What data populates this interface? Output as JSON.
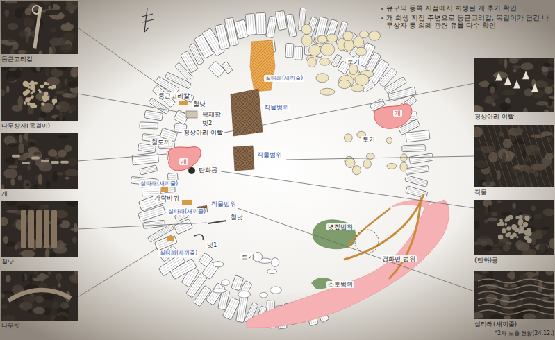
{
  "diagram": {
    "nodes": [
      {
        "text": [
          "둥근고리칼"
        ]
      },
      {
        "text": [
          "나무상자(목걸이)"
        ]
      },
      {
        "text": [
          "개"
        ]
      },
      {
        "text": [
          "철낫"
        ]
      },
      {
        "text": [
          "나무빗"
        ]
      },
      {
        "text": [
          "청상아리 이빨"
        ]
      },
      {
        "text": [
          "직물"
        ]
      },
      {
        "text": [
          "(탄화)콩"
        ]
      },
      {
        "text": [
          "실타래(새끼줄)"
        ]
      }
    ],
    "labels": [
      "유구의 동쪽 지점에서 희생된 개 추가 확인",
      "개 희생 지점 주변으로 둥근고리칼, 목걸이가 담긴 나무상자 등 의례 관련 유물 다수 확인",
      "토기",
      "실타래(새끼줄)",
      "직물범위",
      "둥근고리칼",
      "철낫",
      "목제함",
      "빗2",
      "청상아리 이빨",
      "철도끼",
      "개",
      "개",
      "토기",
      "직물범위",
      "탄화콩",
      "실타래(새끼줄)",
      "가락바퀴",
      "실타래(새끼줄)",
      "직물범위",
      "철낫",
      "빗1",
      "실타래(새끼줄)",
      "토기",
      "볏짚범위",
      "경화면 범위",
      "소토범위",
      "*2차 노출 현황(24.12.)"
    ]
  }
}
